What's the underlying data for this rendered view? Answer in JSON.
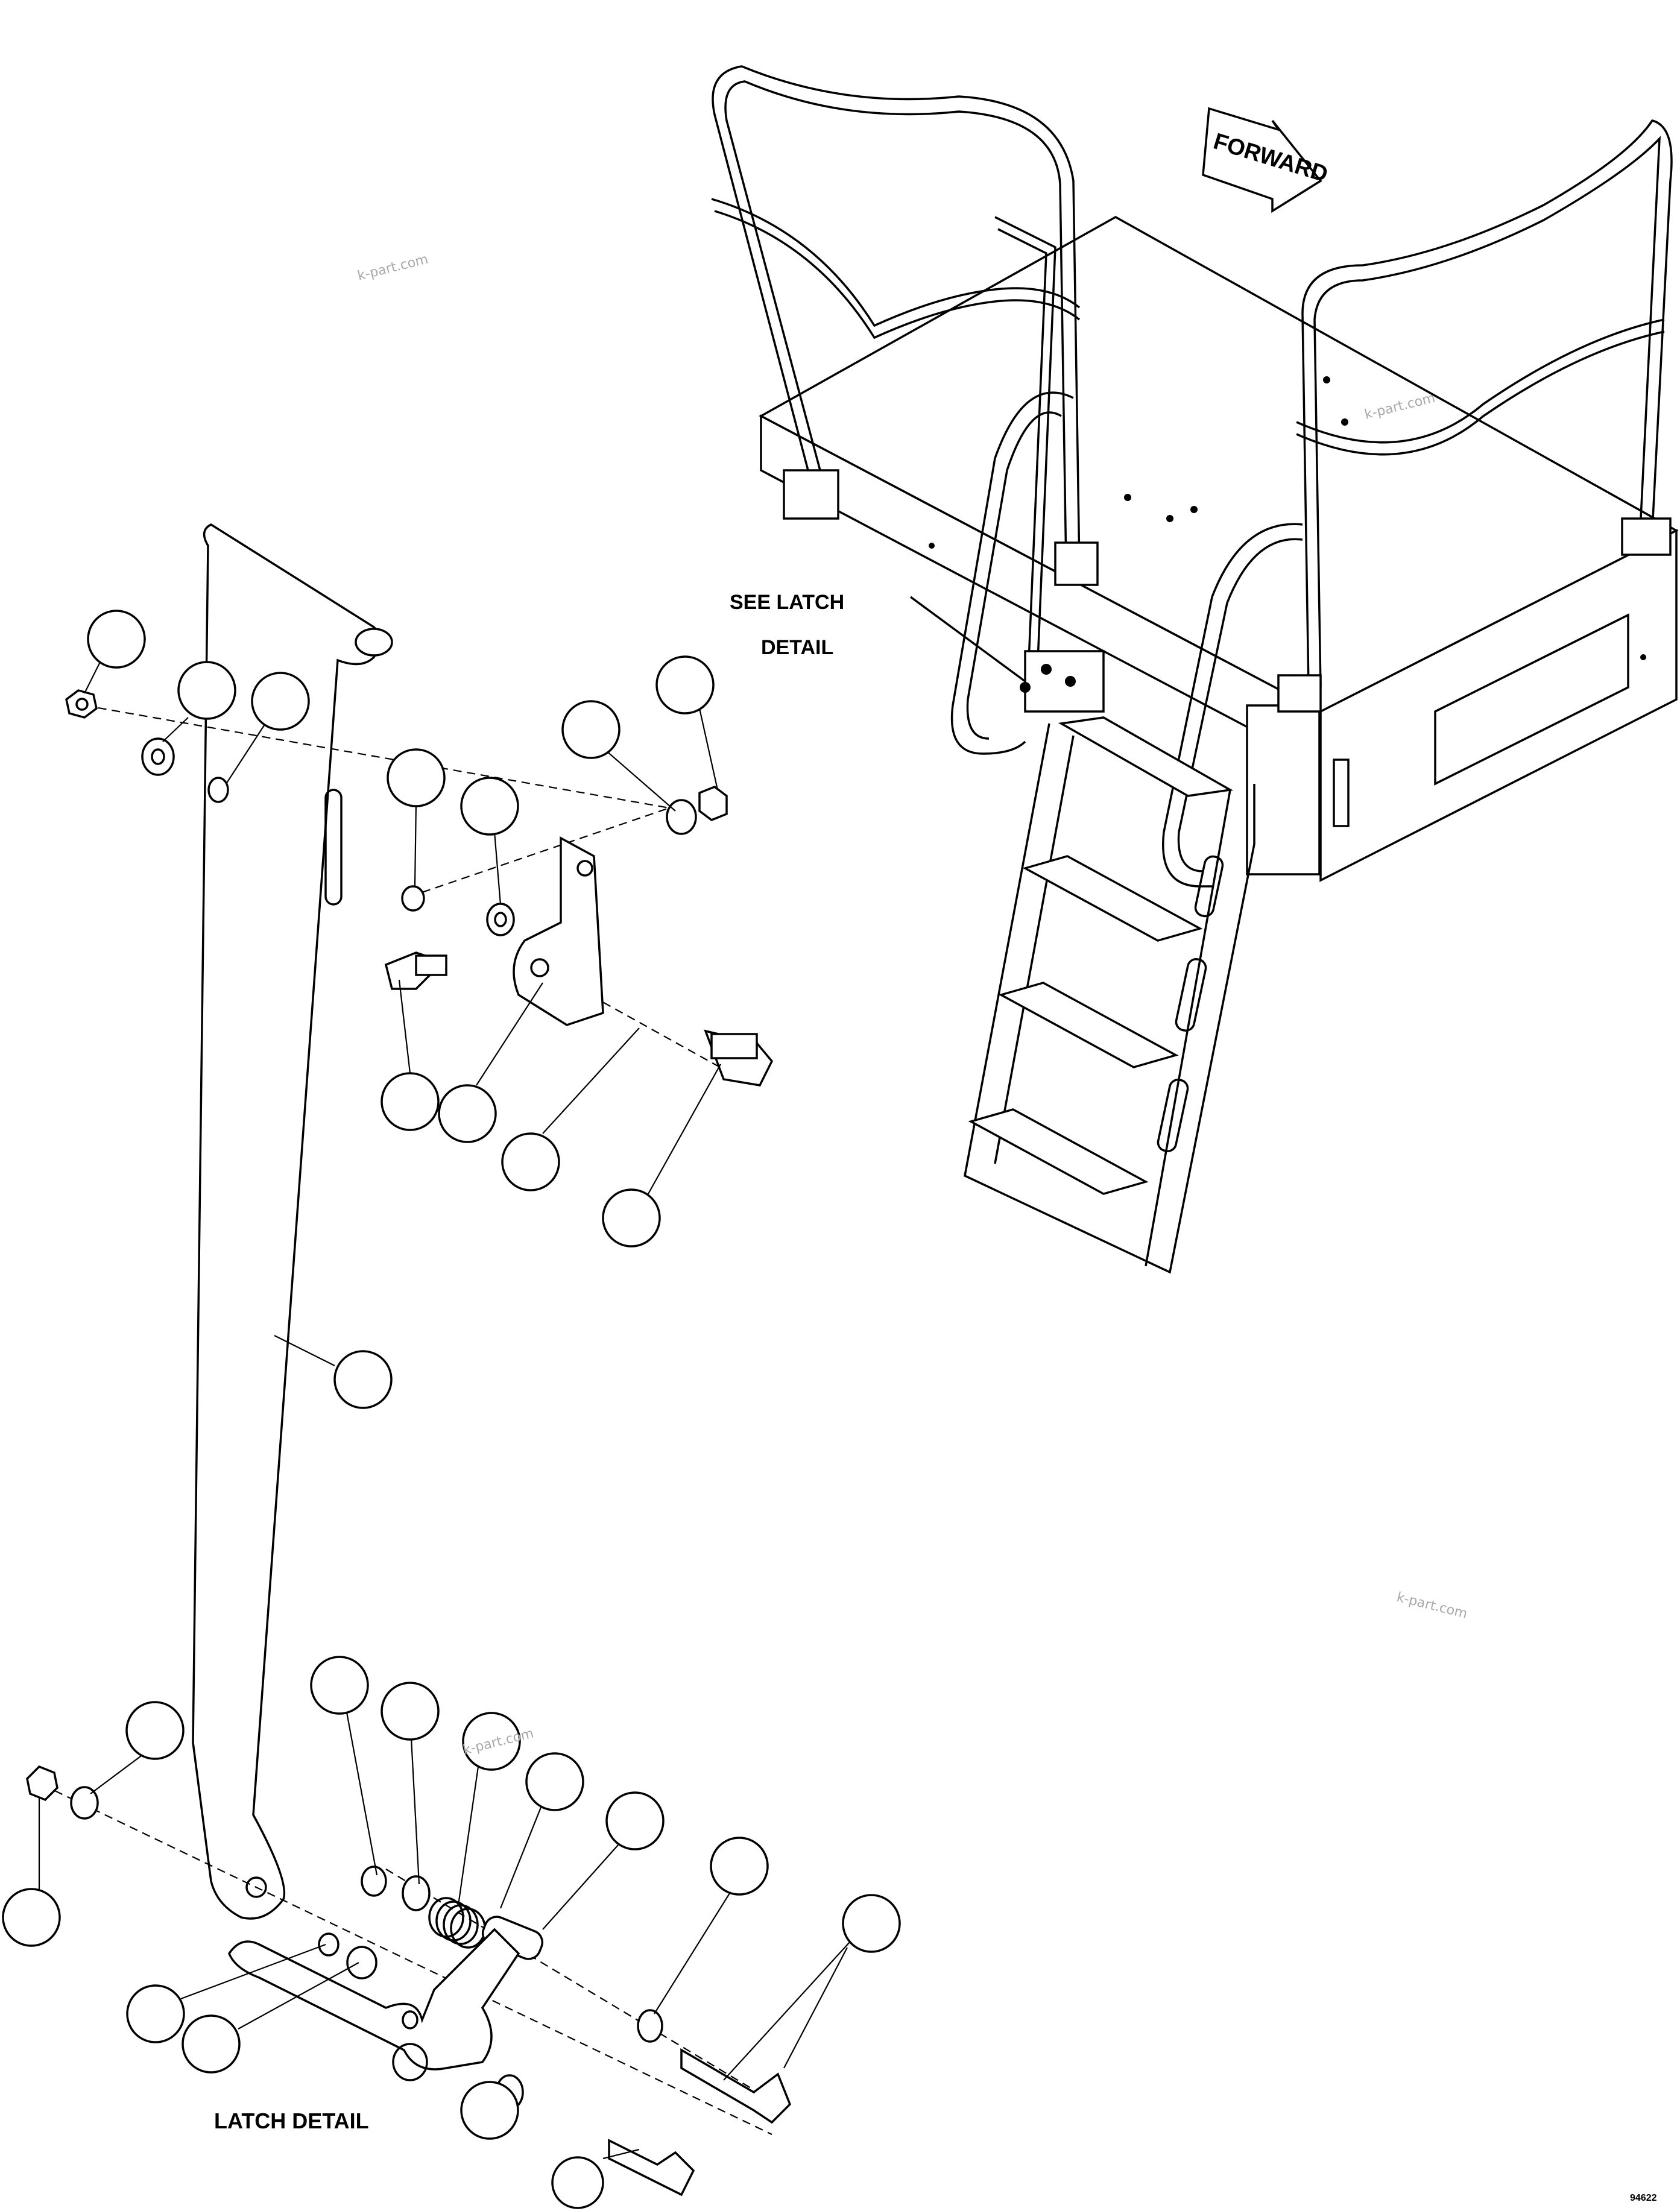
{
  "diagram": {
    "labels": {
      "see_latch_line1": "SEE LATCH",
      "see_latch_line2": "DETAIL",
      "forward": "FORWARD",
      "latch_detail": "LATCH DETAIL",
      "drawing_number": "94622"
    },
    "watermarks": [
      "k-part.com",
      "k-part.com",
      "k-part.com",
      "k-part.com"
    ],
    "callout_count": 25
  }
}
